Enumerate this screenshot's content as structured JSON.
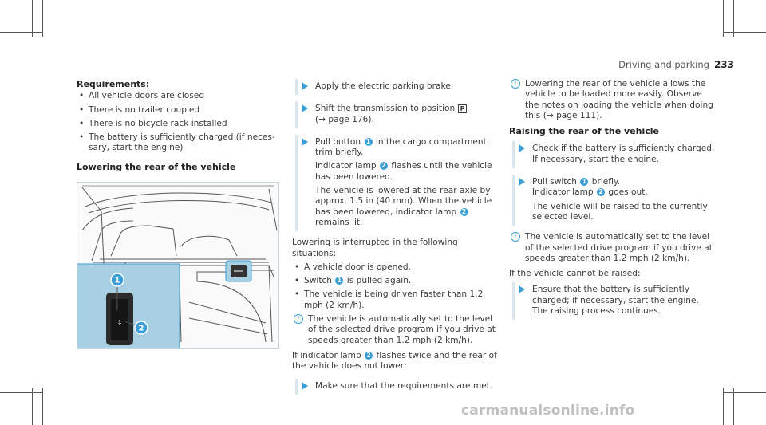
{
  "header": {
    "section": "Driving and parking",
    "page_number": "233"
  },
  "col1": {
    "requirements_heading": "Requirements:",
    "requirements": [
      "All vehicle doors are closed",
      "There is no trailer coupled",
      "There is no bicycle rack installed",
      "The battery is sufficiently charged (if neces-sary, start the engine)"
    ],
    "lowering_heading": "Lowering the rear of the vehicle"
  },
  "figure": {
    "callouts": [
      "1",
      "2"
    ],
    "colors": {
      "highlight": "#a9cfe3",
      "outline": "#3b9ed6",
      "line": "#555555"
    }
  },
  "col2": {
    "step1": "Apply the electric parking brake.",
    "step2_a": "Shift the transmission to position",
    "step2_symbol": "P",
    "step2_b": "(→ page 176).",
    "step3_a": "Pull button",
    "step3_b": "in the cargo compartment trim briefly.",
    "step3_c": "Indicator lamp",
    "step3_d": "flashes until the vehicle has been lowered.",
    "step3_e": "The vehicle is lowered at the rear axle by approx. 1.5 in (40 mm). When the vehicle has been lowered, indicator lamp",
    "step3_f": "remains lit.",
    "interrupt_intro": "Lowering is interrupted in the following situations:",
    "interrupt_items": [
      "A vehicle door is opened.",
      "is pulled again.",
      "The vehicle is being driven faster than 1.2 mph (2 km/h)."
    ],
    "interrupt_switch": "Switch",
    "note": "The vehicle is automatically set to the level of the selected drive program if you drive at speeds greater than 1.2 mph (2 km/h).",
    "flash_a": "If indicator lamp",
    "flash_b": "flashes twice and the rear of the vehicle does not lower:",
    "step4": "Make sure that the requirements are met."
  },
  "col3": {
    "note1": "Lowering the rear of the vehicle allows the vehicle to be loaded more easily. Observe the notes on loading the vehicle when doing this (→ page 111).",
    "raising_heading": "Raising the rear of the vehicle",
    "step1": "Check if the battery is sufficiently charged. If necessary, start the engine.",
    "step2_a": "Pull switch",
    "step2_b": "briefly.",
    "step2_c": "Indicator lamp",
    "step2_d": "goes out.",
    "step2_e": "The vehicle will be raised to the currently selected level.",
    "note2": "The vehicle is automatically set to the level of the selected drive program if you drive at speeds greater than 1.2 mph (2 km/h).",
    "cannot": "If the vehicle cannot be raised:",
    "step3_a": "Ensure that the battery is sufficiently charged; if necessary, start the engine.",
    "step3_b": "The raising process continues."
  },
  "watermark": "carmanualsonline.info"
}
